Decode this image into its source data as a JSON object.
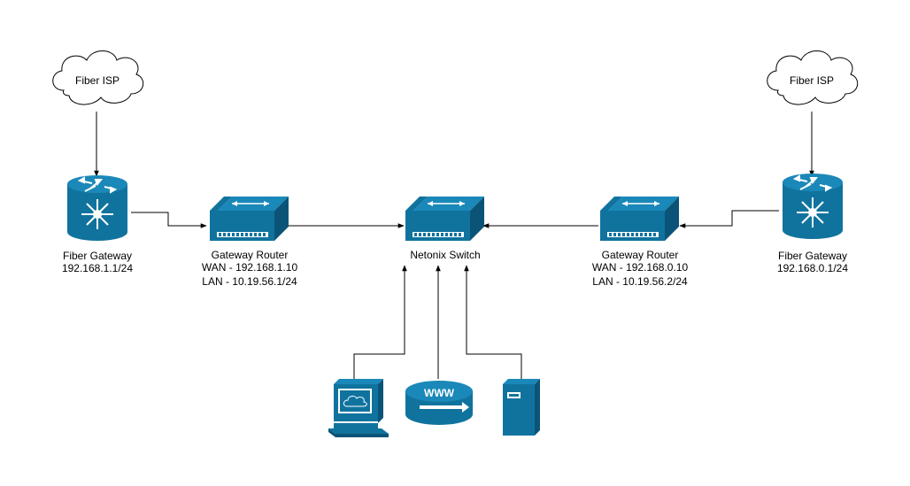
{
  "colors": {
    "device": "#10739e",
    "device_dark": "#0b5478",
    "line": "#000000",
    "background": "#ffffff"
  },
  "left_site": {
    "isp_label": "Fiber ISP",
    "gateway_name": "Fiber Gateway",
    "gateway_ip": "192.168.1.1/24",
    "router_name": "Gateway Router",
    "router_wan": "WAN - 192.168.1.10",
    "router_lan": "LAN - 10.19.56.1/24"
  },
  "switch": {
    "name": "Netonix Switch"
  },
  "right_site": {
    "isp_label": "Fiber ISP",
    "gateway_name": "Fiber Gateway",
    "gateway_ip": "192.168.0.1/24",
    "router_name": "Gateway Router",
    "router_wan": "WAN - 192.168.0.10",
    "router_lan": "LAN - 10.19.56.2/24"
  },
  "clients": {
    "web_label": "WWW"
  },
  "icons": [
    "cloud-icon",
    "router-icon",
    "switch-icon",
    "workstation-icon",
    "web-server-icon",
    "server-tower-icon"
  ]
}
